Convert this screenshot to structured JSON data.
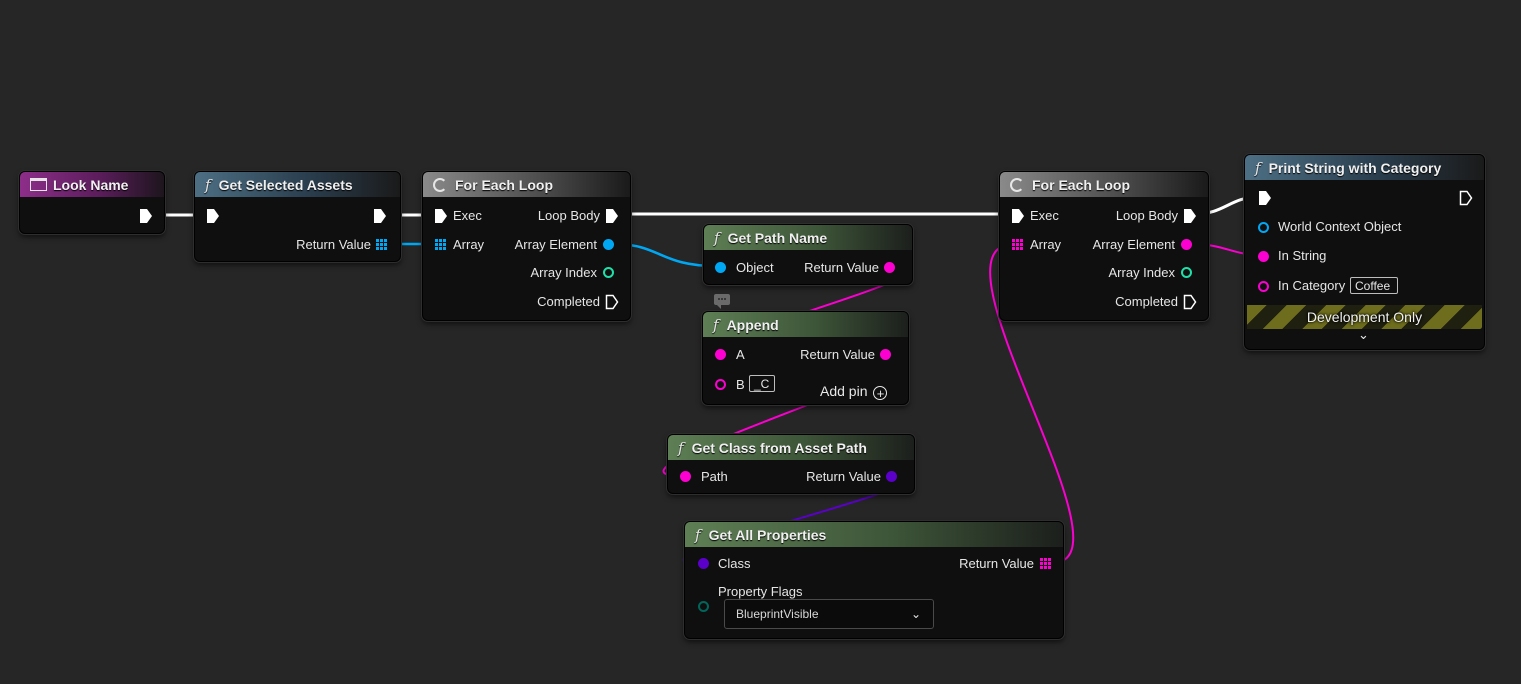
{
  "colors": {
    "exec": "#ffffff",
    "object": "#00a8f4",
    "string": "#fb00d0",
    "int": "#1fe0a8",
    "class": "#5b00c9",
    "enum": "#00665a",
    "asset_array": "#00a8f4",
    "property_array": "#fb00d0"
  },
  "nodes": {
    "look_name": {
      "title": "Look Name"
    },
    "get_selected_assets": {
      "title": "Get Selected Assets",
      "return_value": "Return Value"
    },
    "for_each_1": {
      "title": "For Each Loop",
      "exec": "Exec",
      "array": "Array",
      "loop_body": "Loop Body",
      "array_element": "Array Element",
      "array_index": "Array Index",
      "completed": "Completed"
    },
    "get_path_name": {
      "title": "Get Path Name",
      "object": "Object",
      "return_value": "Return Value"
    },
    "append": {
      "title": "Append",
      "a": "A",
      "b": "B",
      "b_value": "_C",
      "return_value": "Return Value",
      "add_pin": "Add pin"
    },
    "get_class": {
      "title": "Get Class from Asset Path",
      "path": "Path",
      "return_value": "Return Value"
    },
    "get_all_properties": {
      "title": "Get All Properties",
      "class": "Class",
      "return_value": "Return Value",
      "property_flags": "Property Flags",
      "flags_value": "BlueprintVisible"
    },
    "for_each_2": {
      "title": "For Each Loop",
      "exec": "Exec",
      "array": "Array",
      "loop_body": "Loop Body",
      "array_element": "Array Element",
      "array_index": "Array Index",
      "completed": "Completed"
    },
    "print_string": {
      "title": "Print String with Category",
      "world_context": "World Context Object",
      "in_string": "In String",
      "in_category": "In Category",
      "category_value": "Coffee",
      "dev_only": "Development Only"
    }
  }
}
